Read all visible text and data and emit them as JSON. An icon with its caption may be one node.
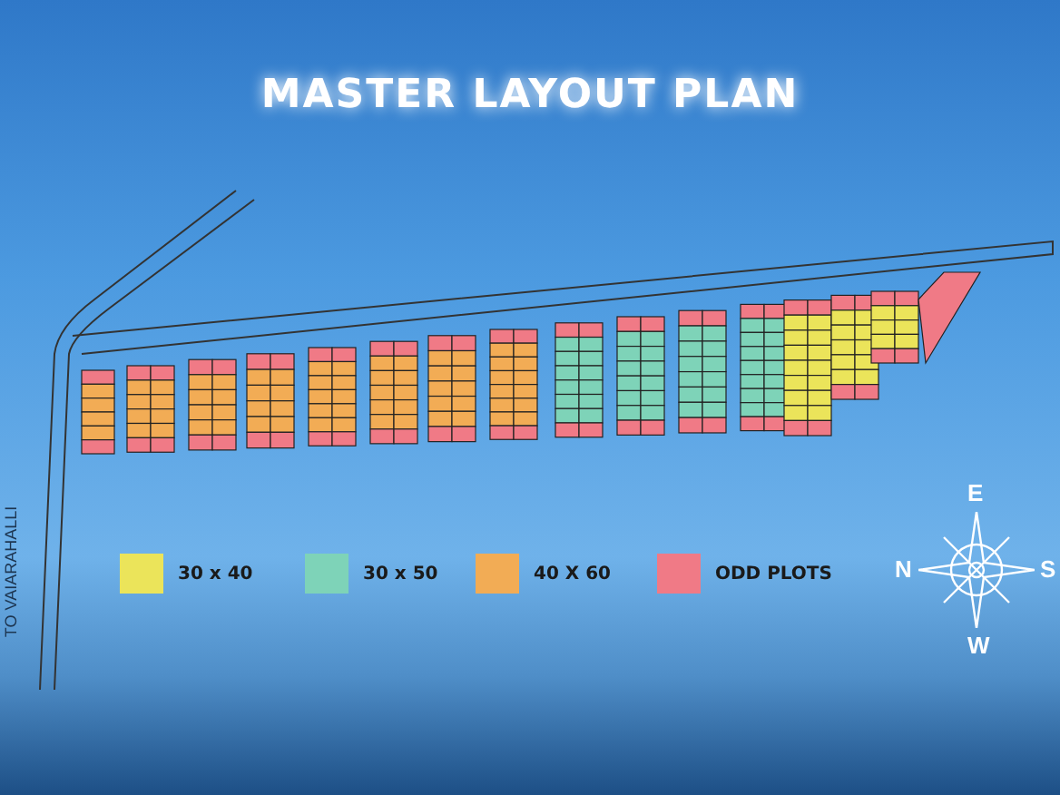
{
  "diagram": {
    "title": "MASTER LAYOUT PLAN",
    "labels": [
      "TO VAIARAHALLI",
      "E",
      "N",
      "S",
      "W"
    ],
    "legend": [
      {
        "text": "30 x 40",
        "color": "#ebe45a"
      },
      {
        "text": "30 x 50",
        "color": "#7ed3b8"
      },
      {
        "text": "40 X 60",
        "color": "#f2ac55"
      },
      {
        "text": "ODD PLOTS",
        "color": "#f07a86"
      }
    ]
  }
}
